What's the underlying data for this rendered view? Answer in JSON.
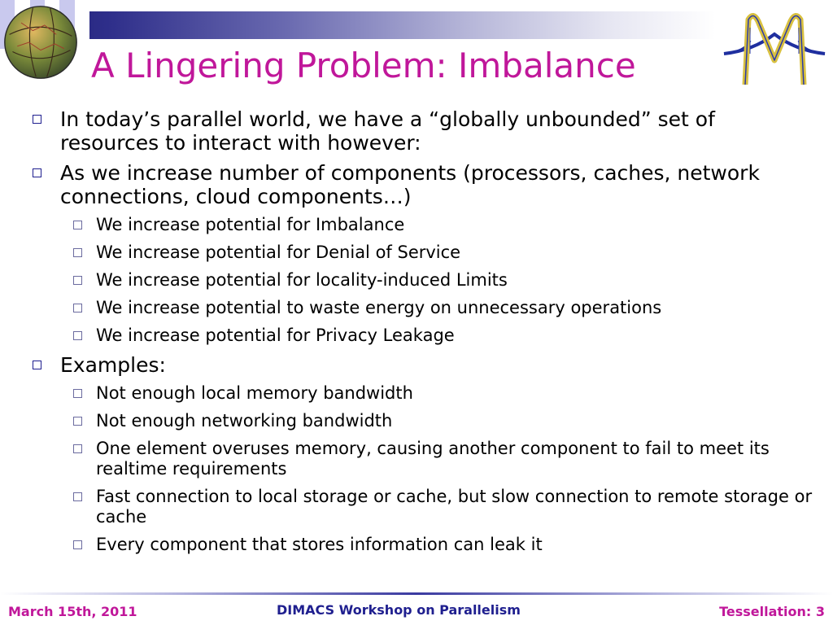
{
  "slide": {
    "title": "A Lingering Problem: Imbalance",
    "bullets": [
      {
        "text": "In today’s parallel world, we have a “globally unbounded” set of resources to interact with however:"
      },
      {
        "text": "As we increase number of components (processors, caches, network connections, cloud components…)",
        "sub": [
          "We increase potential for Imbalance",
          "We increase potential for Denial of Service",
          "We increase potential for locality-induced Limits",
          "We increase potential to waste energy on unnecessary operations",
          "We increase potential for Privacy Leakage"
        ]
      },
      {
        "text": "Examples:",
        "sub": [
          "Not enough local memory bandwidth",
          "Not enough networking bandwidth",
          "One element overuses memory, causing another component to fail to meet its realtime requirements",
          "Fast connection to local storage or cache, but slow connection to remote storage or cache",
          "Every component that stores information can leak it"
        ]
      }
    ]
  },
  "footer": {
    "date": "March 15th, 2011",
    "event": "DIMACS Workshop on Parallelism",
    "page": "Tessellation: 3"
  },
  "colors": {
    "title": "#c0179a",
    "footer_center": "#1f1f8f",
    "bullet_box": "#1f1f8f"
  },
  "icons": {
    "left_logo": "mosaic-globe-icon",
    "right_logo": "bridge-m-logo-icon"
  }
}
